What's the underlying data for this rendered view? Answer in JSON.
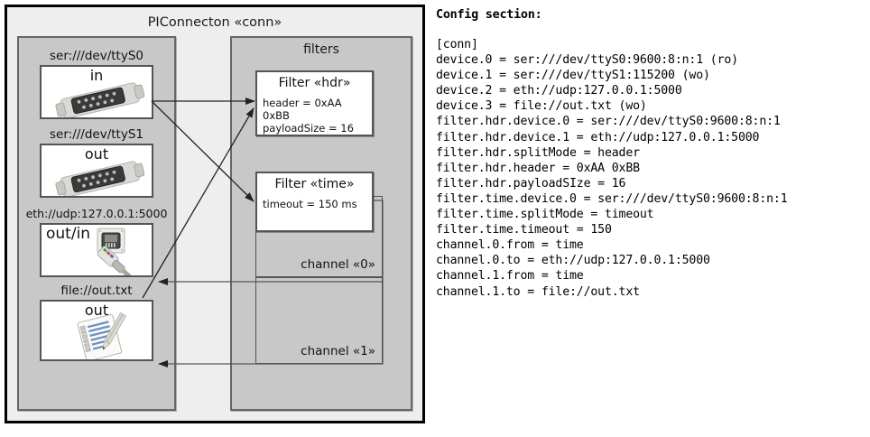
{
  "diagram": {
    "title": "PIConnecton «conn»",
    "devices_panel": {
      "items": [
        {
          "label": "ser:///dev/ttyS0",
          "direction": "in",
          "icon": "serial-port-icon"
        },
        {
          "label": "ser:///dev/ttyS1",
          "direction": "out",
          "icon": "serial-port-icon"
        },
        {
          "label": "eth://udp:127.0.0.1:5000",
          "direction": "out/in",
          "icon": "ethernet-jack-icon"
        },
        {
          "label": "file://out.txt",
          "direction": "out",
          "icon": "text-file-icon"
        }
      ]
    },
    "filters_panel": {
      "title": "filters",
      "filters": [
        {
          "title": "Filter «hdr»",
          "props": [
            "header = 0xAA 0xBB",
            "payloadSize = 16"
          ]
        },
        {
          "title": "Filter «time»",
          "props": [
            "timeout = 150 ms"
          ]
        }
      ],
      "channels": [
        {
          "label": "channel «0»"
        },
        {
          "label": "channel «1»"
        }
      ]
    },
    "colors": {
      "frame_border": "#000000",
      "frame_fill": "#eeeeee",
      "panel_fill": "#c8c8c8",
      "panel_border": "#666666",
      "box_fill": "#ffffff",
      "box_border": "#555555",
      "arrow": "#222222"
    }
  },
  "config": {
    "heading": "Config section:",
    "lines": [
      "[conn]",
      "device.0 = ser:///dev/ttyS0:9600:8:n:1 (ro)",
      "device.1 = ser:///dev/ttyS1:115200 (wo)",
      "device.2 = eth://udp:127.0.0.1:5000",
      "device.3 = file://out.txt (wo)",
      "filter.hdr.device.0 = ser:///dev/ttyS0:9600:8:n:1",
      "filter.hdr.device.1 = eth://udp:127.0.0.1:5000",
      "filter.hdr.splitMode = header",
      "filter.hdr.header = 0xAA 0xBB",
      "filter.hdr.payloadSIze = 16",
      "filter.time.device.0 = ser:///dev/ttyS0:9600:8:n:1",
      "filter.time.splitMode = timeout",
      "filter.time.timeout = 150",
      "channel.0.from = time",
      "channel.0.to = eth://udp:127.0.0.1:5000",
      "channel.1.from = time",
      "channel.1.to = file://out.txt"
    ]
  }
}
